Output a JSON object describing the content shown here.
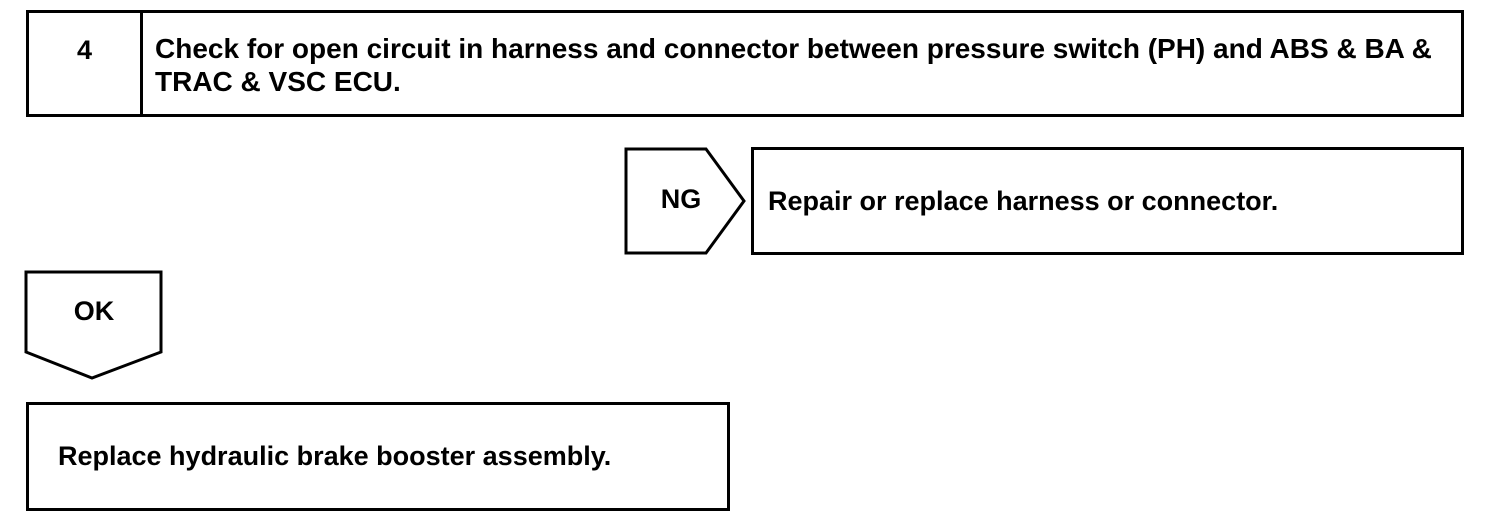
{
  "step": {
    "number": "4",
    "text": "Check for open circuit in harness and connector between pressure switch (PH) and ABS & BA & TRAC & VSC ECU."
  },
  "ng_branch": {
    "label": "NG",
    "result": "Repair or replace harness or connector."
  },
  "ok_branch": {
    "label": "OK",
    "result": "Replace hydraulic brake booster assembly."
  }
}
